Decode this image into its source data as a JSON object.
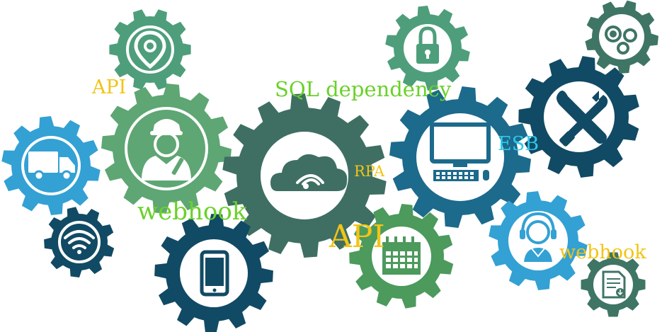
{
  "colors": {
    "teal_green": "#4e9e7b",
    "light_green": "#5ea673",
    "dark_teal": "#3e6f62",
    "mid_green": "#4c9a5c",
    "sky_blue": "#33a1d4",
    "navy": "#114a64",
    "ocean_blue": "#1c6a8c",
    "slate_green": "#3f7565",
    "icon_white": "#ffffff",
    "label_yellow": "#f2c416",
    "label_green": "#6ad12a",
    "label_cyan": "#2ec9ec"
  },
  "gears": [
    {
      "name": "gear-location",
      "color": "teal_green",
      "icon": "location-pin-icon"
    },
    {
      "name": "gear-technician",
      "color": "light_green",
      "icon": "technician-icon"
    },
    {
      "name": "gear-cloud-wifi",
      "color": "dark_teal",
      "icon": "cloud-wifi-icon"
    },
    {
      "name": "gear-truck",
      "color": "sky_blue",
      "icon": "truck-icon"
    },
    {
      "name": "gear-wifi",
      "color": "navy",
      "icon": "wifi-icon"
    },
    {
      "name": "gear-phone",
      "color": "navy",
      "icon": "smartphone-icon"
    },
    {
      "name": "gear-lock",
      "color": "teal_green",
      "icon": "padlock-icon"
    },
    {
      "name": "gear-computer",
      "color": "ocean_blue",
      "icon": "desktop-computer-icon"
    },
    {
      "name": "gear-calendar",
      "color": "mid_green",
      "icon": "calendar-icon"
    },
    {
      "name": "gear-tools",
      "color": "navy",
      "icon": "wrench-screwdriver-icon"
    },
    {
      "name": "gear-settings",
      "color": "slate_green",
      "icon": "cogs-icon"
    },
    {
      "name": "gear-support",
      "color": "sky_blue",
      "icon": "headset-agent-icon"
    },
    {
      "name": "gear-document",
      "color": "slate_green",
      "icon": "document-download-icon"
    }
  ],
  "labels": {
    "api_top": {
      "text": "API",
      "color": "label_yellow"
    },
    "sql_dependency": {
      "text": "SQL dependency",
      "color": "label_green"
    },
    "rpa": {
      "text": "RPA",
      "color": "label_yellow"
    },
    "esb": {
      "text": "ESB",
      "color": "label_cyan"
    },
    "webhook_left": {
      "text": "webhook",
      "color": "label_green"
    },
    "api_mid": {
      "text": "API",
      "color": "label_yellow"
    },
    "webhook_right": {
      "text": "webhook",
      "color": "label_yellow"
    }
  }
}
